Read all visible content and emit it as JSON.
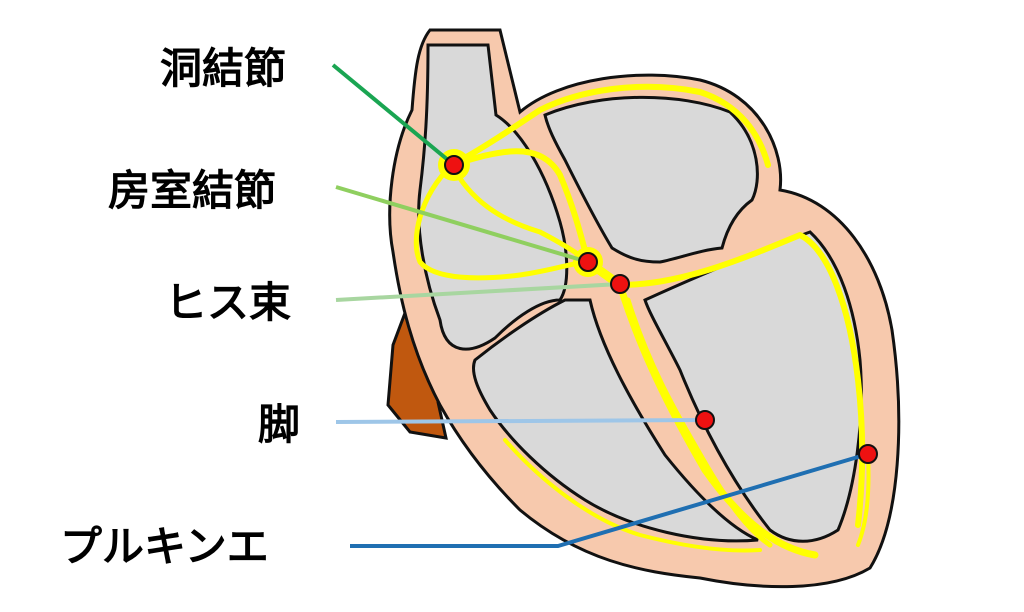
{
  "labels": {
    "sa_node": "洞結節",
    "av_node": "房室結節",
    "his_bundle": "ヒス束",
    "bundle_branch": "脚",
    "purkinje": "プルキンエ"
  },
  "colors": {
    "background": "#ffffff",
    "heart_wall": "#f7c9ad",
    "chamber": "#d9d9d9",
    "conduction": "#ffff00",
    "node_marker": "#ee1111",
    "outline": "#111111",
    "vessel": "#c0580f",
    "sa_leader": "#1aa552",
    "av_leader": "#8fcf5f",
    "his_leader": "#a8d6a0",
    "branch_leader": "#9ec6e8",
    "purkinje_leader": "#1f6fb2"
  }
}
